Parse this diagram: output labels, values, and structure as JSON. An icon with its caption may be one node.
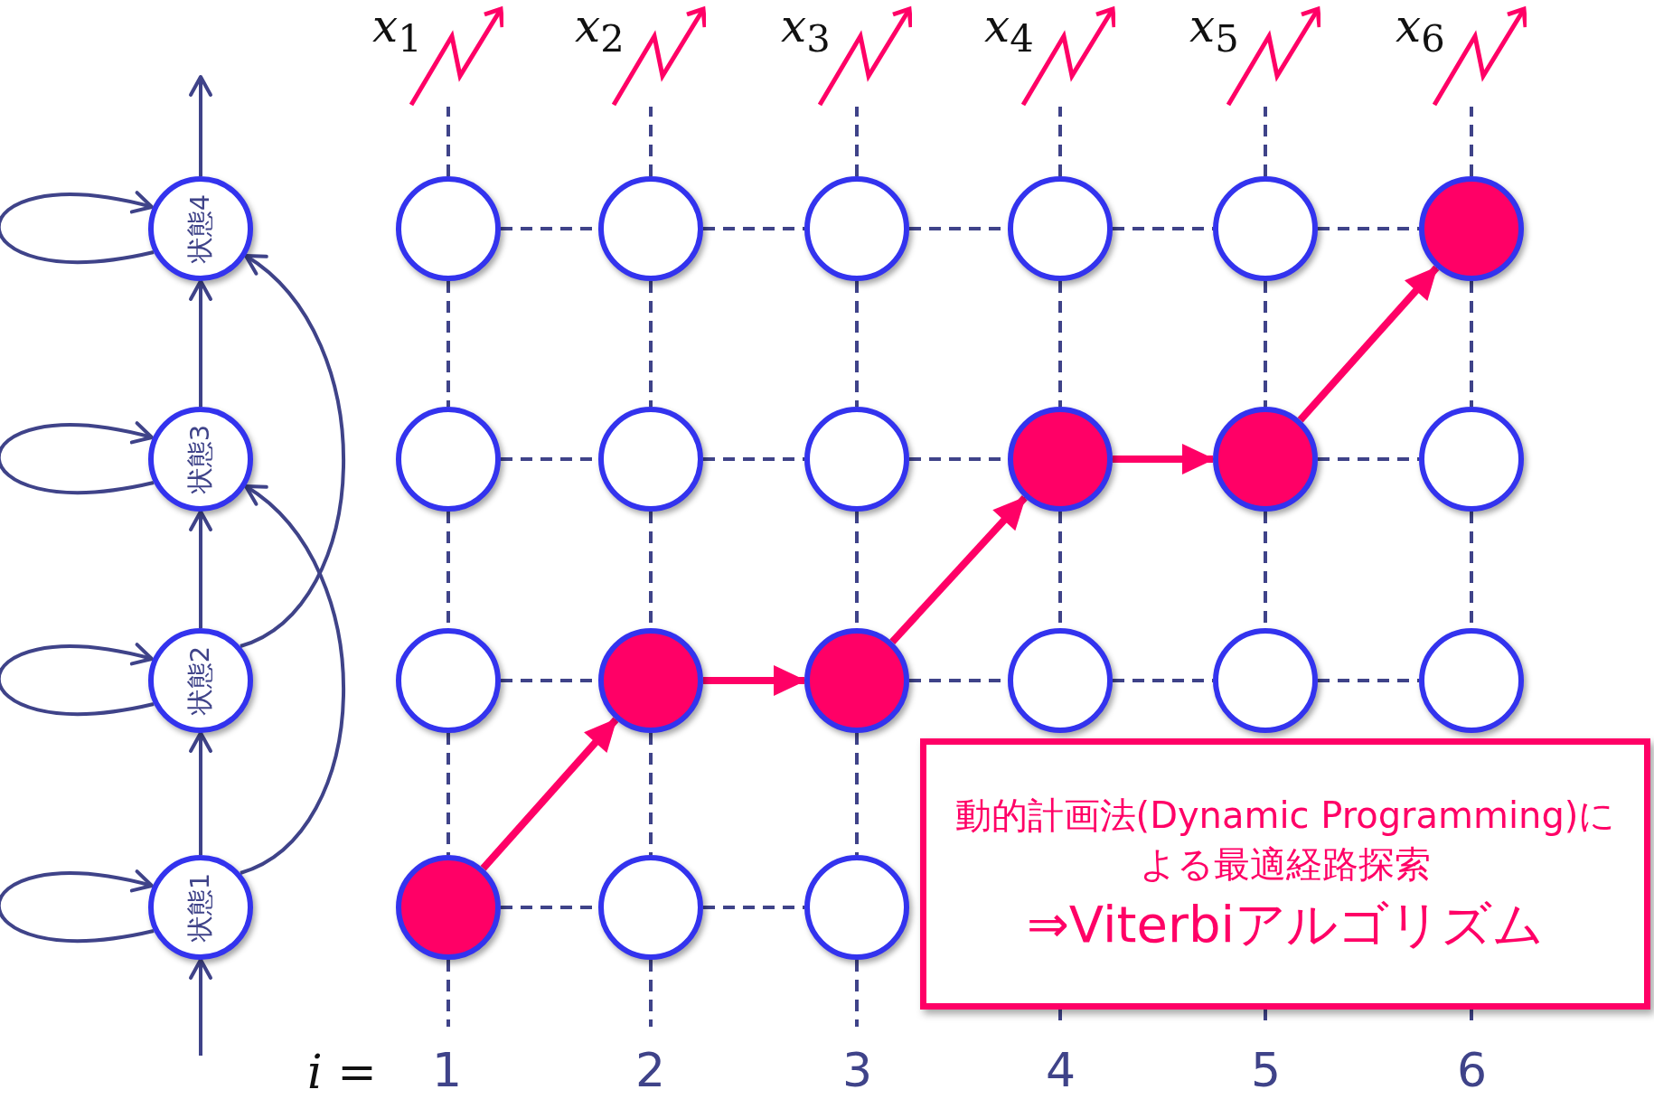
{
  "diagram": {
    "nodes": [
      {
        "text": [
          "*x*$_{1}$"
        ]
      },
      {
        "text": [
          "*x*$_{2}$"
        ]
      },
      {
        "text": [
          "*x*$_{3}$"
        ]
      },
      {
        "text": [
          "*x*$_{4}$"
        ]
      },
      {
        "text": [
          "*x*$_{5}$"
        ]
      },
      {
        "text": [
          "*x*$_{6}$"
        ]
      },
      {
        "text": [
          "状態4"
        ]
      },
      {
        "text": [
          "状態3"
        ]
      },
      {
        "text": [
          "状態2"
        ]
      },
      {
        "text": [
          "状態1"
        ]
      },
      {
        "text": [],
        "shape": "circle"
      },
      {
        "text": [],
        "shape": "circle"
      },
      {
        "text": [],
        "shape": "circle"
      },
      {
        "text": [],
        "shape": "circle"
      },
      {
        "text": [],
        "shape": "circle"
      },
      {
        "text": [],
        "shape": "circle"
      },
      {
        "text": [],
        "shape": "circle"
      },
      {
        "text": [],
        "shape": "circle"
      },
      {
        "text": [],
        "shape": "circle"
      },
      {
        "text": [],
        "shape": "circle"
      },
      {
        "text": [],
        "shape": "circle"
      },
      {
        "text": [],
        "shape": "circle"
      },
      {
        "text": [],
        "shape": "circle"
      },
      {
        "text": [],
        "shape": "circle"
      },
      {
        "text": [],
        "shape": "circle"
      },
      {
        "text": [],
        "shape": "circle"
      },
      {
        "text": [],
        "shape": "circle"
      },
      {
        "text": [],
        "shape": "circle"
      },
      {
        "text": [],
        "shape": "circle"
      },
      {
        "text": [],
        "shape": "circle"
      },
      {
        "text": [],
        "shape": "circle"
      },
      {
        "text": [
          "動的計画法(Dynamic Programming)による最適経路探索",
          "⇒Viterbiアルゴリズム"
        ]
      }
    ],
    "edges": [
      {
        "from": null,
        "to": 9,
        "arrow": "to"
      },
      {
        "from": 9,
        "to": 8,
        "arrow": "to"
      },
      {
        "from": 8,
        "to": 7,
        "arrow": "to"
      },
      {
        "from": 7,
        "to": 6,
        "arrow": "to"
      },
      {
        "from": 6,
        "to": null,
        "arrow": "to"
      },
      {
        "from": 6,
        "to": 6,
        "arrow": "to"
      },
      {
        "from": 7,
        "to": 7,
        "arrow": "to"
      },
      {
        "from": 8,
        "to": 8,
        "arrow": "to"
      },
      {
        "from": 9,
        "to": 9,
        "arrow": "to"
      },
      {
        "from": 8,
        "to": 6,
        "arrow": "to"
      },
      {
        "from": 9,
        "to": 7,
        "arrow": "to"
      },
      {
        "from": 10,
        "to": 0,
        "arrow": "none",
        "style": "dashed"
      },
      {
        "from": 11,
        "to": 1,
        "arrow": "none",
        "style": "dashed"
      },
      {
        "from": 12,
        "to": 2,
        "arrow": "none",
        "style": "dashed"
      },
      {
        "from": 13,
        "to": 3,
        "arrow": "none",
        "style": "dashed"
      },
      {
        "from": 14,
        "to": 4,
        "arrow": "none",
        "style": "dashed"
      },
      {
        "from": 15,
        "to": 5,
        "arrow": "none",
        "style": "dashed"
      },
      {
        "from": 10,
        "to": 11,
        "arrow": "none",
        "style": "dashed"
      },
      {
        "from": 11,
        "to": 12,
        "arrow": "none",
        "style": "dashed"
      },
      {
        "from": 12,
        "to": 13,
        "arrow": "none",
        "style": "dashed"
      },
      {
        "from": 13,
        "to": 14,
        "arrow": "none",
        "style": "dashed"
      },
      {
        "from": 14,
        "to": 15,
        "arrow": "none",
        "style": "dashed"
      },
      {
        "from": 16,
        "to": 17,
        "arrow": "none",
        "style": "dashed"
      },
      {
        "from": 17,
        "to": 18,
        "arrow": "none",
        "style": "dashed"
      },
      {
        "from": 18,
        "to": 19,
        "arrow": "none",
        "style": "dashed"
      },
      {
        "from": 20,
        "to": 21,
        "arrow": "none",
        "style": "dashed"
      },
      {
        "from": 22,
        "to": 23,
        "arrow": "none",
        "style": "dashed"
      },
      {
        "from": 24,
        "to": 25,
        "arrow": "none",
        "style": "dashed"
      },
      {
        "from": 25,
        "to": 26,
        "arrow": "none",
        "style": "dashed"
      },
      {
        "from": 26,
        "to": 27,
        "arrow": "none",
        "style": "dashed"
      },
      {
        "from": 28,
        "to": 29,
        "arrow": "none",
        "style": "dashed"
      },
      {
        "from": 29,
        "to": 30,
        "arrow": "none",
        "style": "dashed"
      },
      {
        "from": 10,
        "to": 16,
        "arrow": "none",
        "style": "dashed"
      },
      {
        "from": 11,
        "to": 17,
        "arrow": "none",
        "style": "dashed"
      },
      {
        "from": 12,
        "to": 18,
        "arrow": "none",
        "style": "dashed"
      },
      {
        "from": 13,
        "to": 19,
        "arrow": "none",
        "style": "dashed"
      },
      {
        "from": 14,
        "to": 20,
        "arrow": "none",
        "style": "dashed"
      },
      {
        "from": 15,
        "to": 21,
        "arrow": "none",
        "style": "dashed"
      },
      {
        "from": 16,
        "to": 22,
        "arrow": "none",
        "style": "dashed"
      },
      {
        "from": 17,
        "to": 23,
        "arrow": "none",
        "style": "dashed"
      },
      {
        "from": 18,
        "to": 24,
        "arrow": "none",
        "style": "dashed"
      },
      {
        "from": 19,
        "to": 25,
        "arrow": "none",
        "style": "dashed"
      },
      {
        "from": 20,
        "to": 26,
        "arrow": "none",
        "style": "dashed"
      },
      {
        "from": 21,
        "to": 27,
        "arrow": "none",
        "style": "dashed"
      },
      {
        "from": 22,
        "to": 28,
        "arrow": "none",
        "style": "dashed"
      },
      {
        "from": 23,
        "to": 29,
        "arrow": "none",
        "style": "dashed"
      },
      {
        "from": 24,
        "to": 30,
        "arrow": "none",
        "style": "dashed"
      },
      {
        "from": 28,
        "to": null,
        "arrow": "none",
        "style": "dashed"
      },
      {
        "from": 29,
        "to": null,
        "arrow": "none",
        "style": "dashed"
      },
      {
        "from": 30,
        "to": null,
        "arrow": "none",
        "style": "dashed"
      },
      {
        "from": 28,
        "to": 23,
        "arrow": "to",
        "style": "thick",
        "color": "#ff0066"
      },
      {
        "from": 23,
        "to": 24,
        "arrow": "to",
        "style": "thick",
        "color": "#ff0066"
      },
      {
        "from": 24,
        "to": 19,
        "arrow": "to",
        "style": "thick",
        "color": "#ff0066"
      },
      {
        "from": 19,
        "to": 20,
        "arrow": "to",
        "style": "thick",
        "color": "#ff0066"
      },
      {
        "from": 20,
        "to": 15,
        "arrow": "to",
        "style": "thick",
        "color": "#ff0066"
      }
    ],
    "labels": [
      "*i* =",
      "1",
      "2",
      "3",
      "4",
      "5",
      "6"
    ]
  }
}
